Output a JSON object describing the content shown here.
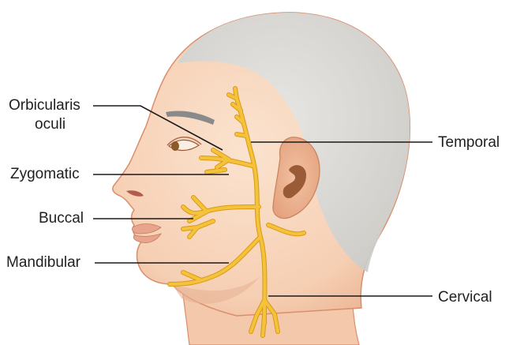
{
  "labels": {
    "orbicularis_line1": "Orbicularis",
    "orbicularis_line2": "oculi",
    "zygomatic": "Zygomatic",
    "buccal": "Buccal",
    "mandibular": "Mandibular",
    "temporal": "Temporal",
    "cervical": "Cervical"
  },
  "colors": {
    "skin": "#f7d3b9",
    "skin_shadow": "#e9b08e",
    "skin_outline": "#d98e6d",
    "scalp": "#d9dcdc",
    "nerve": "#f5c33b",
    "nerve_outline": "#d99a12",
    "brow": "#8a8a8a",
    "lip": "#e8a58c",
    "leader_line": "#1a1a1a"
  }
}
